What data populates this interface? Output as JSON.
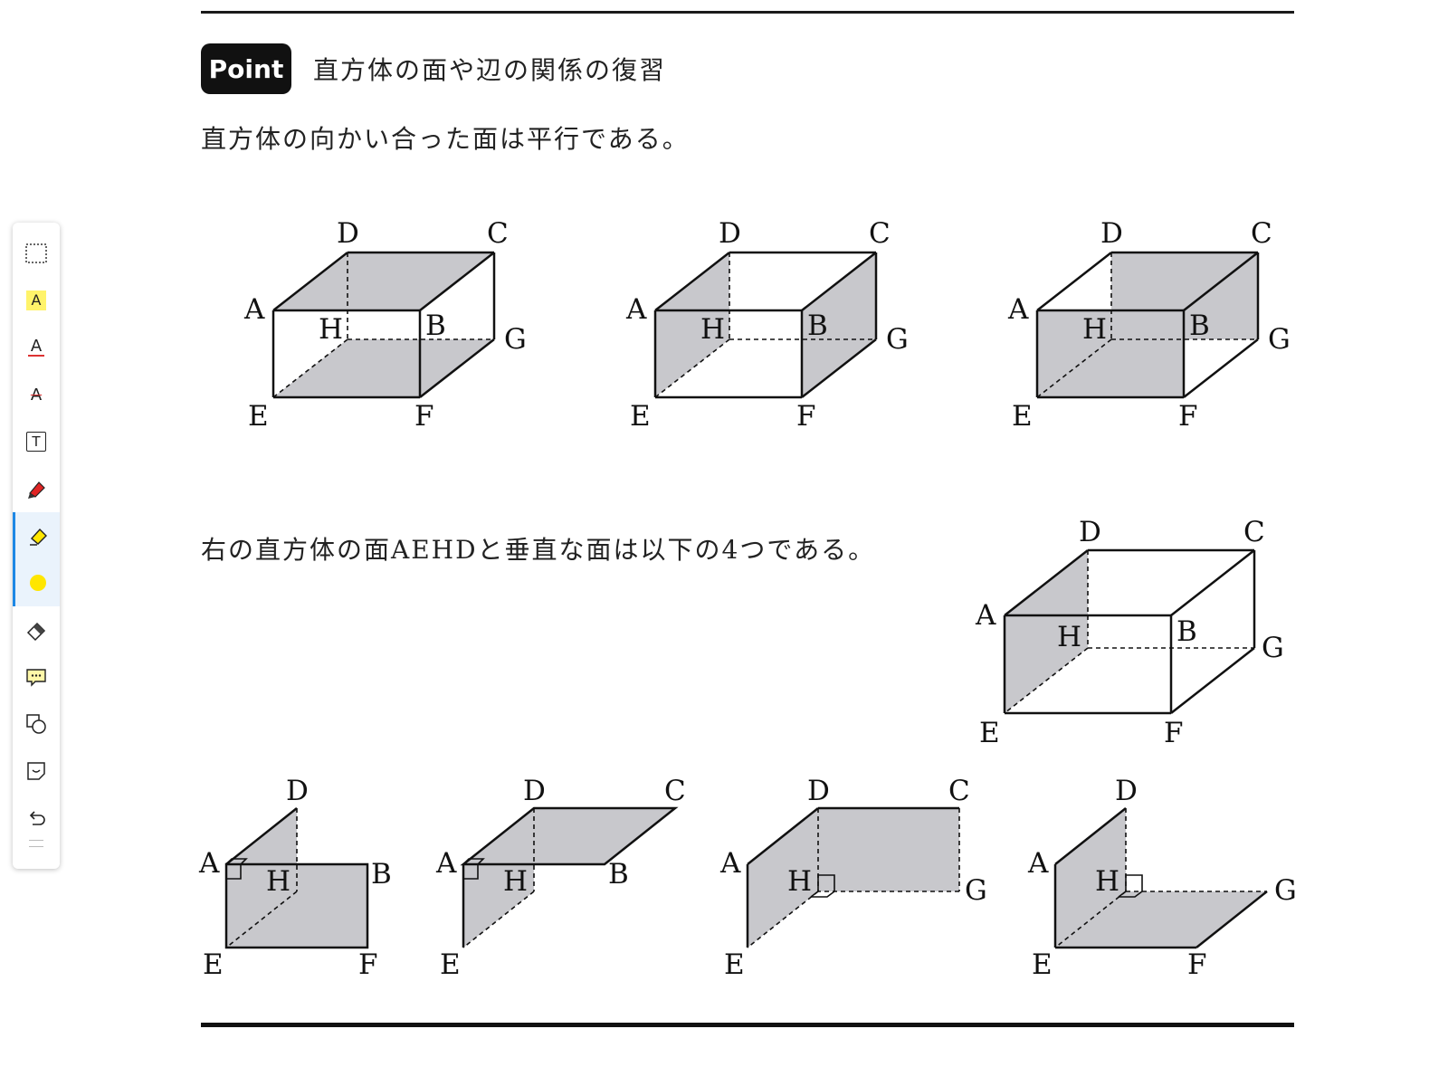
{
  "header": {
    "badge": "Point",
    "title": "直方体の面や辺の関係の復習"
  },
  "statements": {
    "parallel": "直方体の向かい合った面は平行である。",
    "perpendicular": "右の直方体の面AEHDと垂直な面は以下の4つである。"
  },
  "vertex_labels": [
    "A",
    "B",
    "C",
    "D",
    "E",
    "F",
    "G",
    "H"
  ],
  "figures": {
    "parallel_pairs": [
      [
        "ABCD",
        "EFGH"
      ],
      [
        "AEHD",
        "BFGC"
      ],
      [
        "ABFE",
        "DCGH"
      ]
    ],
    "reference_face": "AEHD",
    "perpendicular_faces": [
      "ABFE",
      "ABCD",
      "DCGH",
      "EFGH"
    ]
  },
  "colors": {
    "face_fill": "#c8c8cc",
    "ink": "#111111",
    "toolbar_active": "#1e88e5",
    "highlight_yellow": "#ffe600"
  },
  "toolbar": {
    "tools": [
      "select-rect-tool",
      "text-highlight-tool",
      "text-underline-tool",
      "text-strikethrough-tool",
      "text-box-tool",
      "pen-tool",
      "highlighter-tool",
      "color-yellow",
      "eraser-tool",
      "comment-tool",
      "shape-tool",
      "sticker-tool",
      "undo-tool"
    ],
    "active": "highlighter-tool",
    "tool_letter": "A",
    "textbox_letter": "T",
    "comment_glyph": "···"
  }
}
